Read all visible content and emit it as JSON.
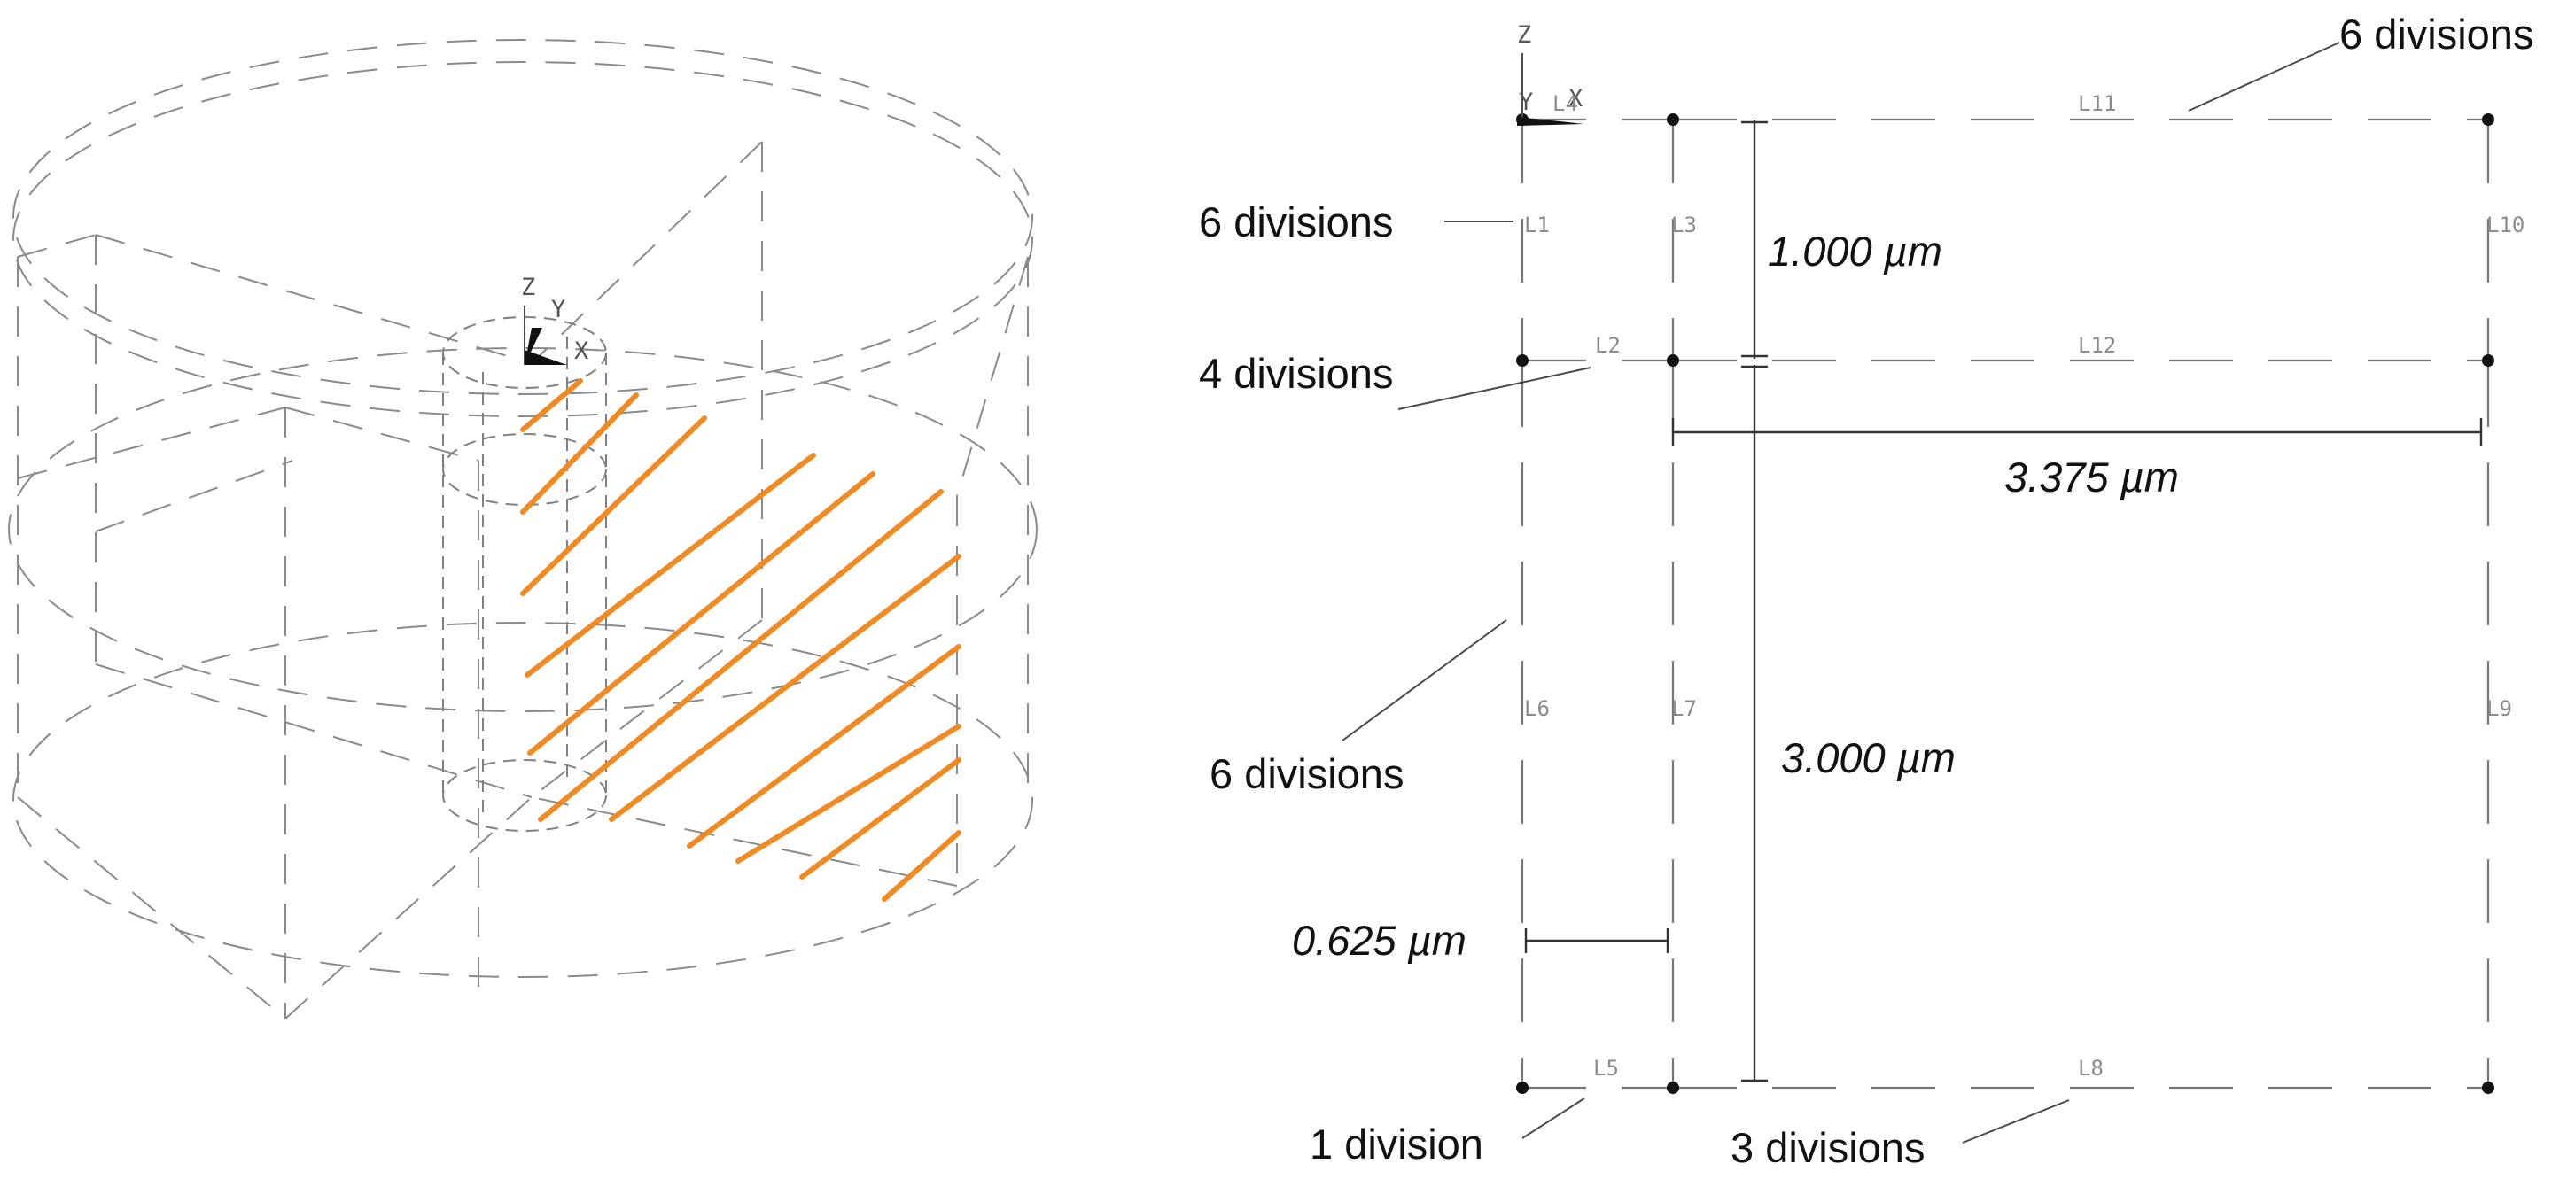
{
  "axes": {
    "iso": {
      "z": "Z",
      "y": "Y",
      "x": "X"
    },
    "plane": {
      "z": "Z",
      "y": "Y",
      "x": "X"
    }
  },
  "line_labels": {
    "L1": "L1",
    "L2": "L2",
    "L3": "L3",
    "L4": "L4",
    "L5": "L5",
    "L6": "L6",
    "L7": "L7",
    "L8": "L8",
    "L9": "L9",
    "L10": "L10",
    "L11": "L11",
    "L12": "L12"
  },
  "division_labels": {
    "top": "6 divisions",
    "l1": "6 divisions",
    "l2": "4 divisions",
    "l6": "6 divisions",
    "l5": "1 division",
    "l8": "3 divisions"
  },
  "dimensions": {
    "d1": "1.000 µm",
    "d2": "3.375 µm",
    "d3": "3.000 µm",
    "d4": "0.625 µm"
  },
  "colors": {
    "hatch": "#f08a24",
    "line": "#808080",
    "text": "#111111"
  }
}
